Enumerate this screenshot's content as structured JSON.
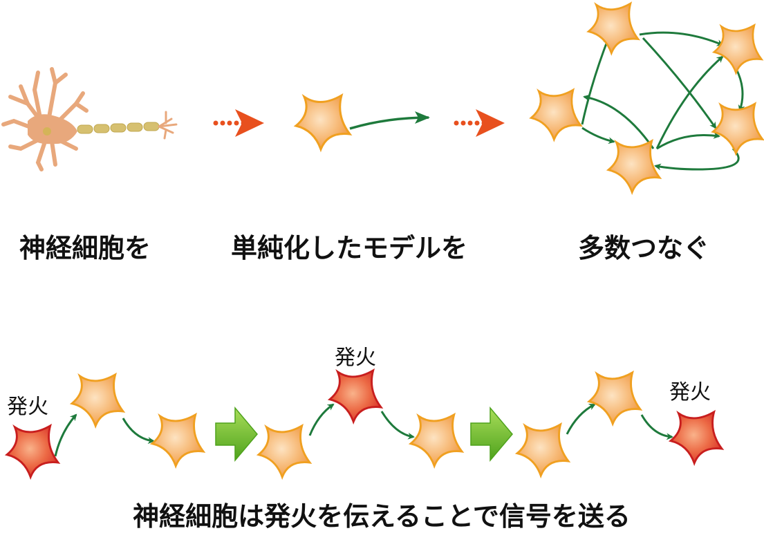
{
  "top_captions": {
    "step1": "神経細胞を",
    "step2": "単純化したモデルを",
    "step3": "多数つなぐ"
  },
  "bottom": {
    "fire_label_1": "発火",
    "fire_label_2": "発火",
    "fire_label_3": "発火",
    "caption": "神経細胞は発火を伝えることで信号を送る"
  },
  "colors": {
    "neuron_resting_fill": "#f6b46a",
    "neuron_resting_stroke": "#f0a020",
    "neuron_firing_fill": "#e8553a",
    "neuron_firing_stroke": "#c81e1e",
    "arrow": "#1e7a3c",
    "dotted_arrow": "#e8501e",
    "step_arrow": "#6dbb2a",
    "real_neuron": "#e8a87c",
    "axon": "#d6c070"
  },
  "icons": {
    "real_neuron": "biological-neuron-icon",
    "model_neuron": "star-neuron-icon",
    "step_arrow": "green-block-arrow-icon",
    "dotted_arrow": "dotted-chevron-arrow-icon"
  }
}
